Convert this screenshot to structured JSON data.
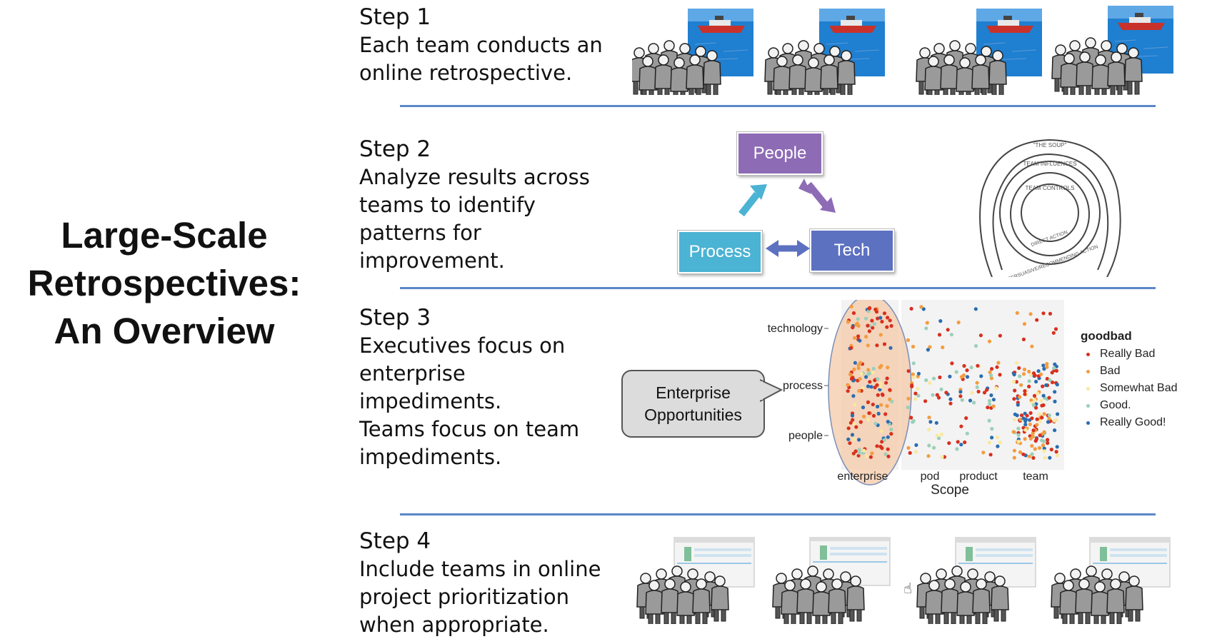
{
  "title_lines": [
    "Large-Scale",
    "Retrospectives:",
    "An Overview"
  ],
  "steps": [
    {
      "title": "Step 1",
      "lines": [
        "Each team conducts an",
        "online retrospective."
      ]
    },
    {
      "title": "Step 2",
      "lines": [
        "Analyze results across",
        "teams to identify",
        "patterns for",
        "improvement."
      ]
    },
    {
      "title": "Step 3",
      "lines": [
        "Executives focus on",
        "enterprise",
        "impediments.",
        "Teams focus on team",
        "impediments."
      ]
    },
    {
      "title": "Step 4",
      "lines": [
        "Include teams in online",
        "project prioritization",
        "when appropriate."
      ]
    }
  ],
  "cycle": {
    "people": "People",
    "process": "Process",
    "tech": "Tech"
  },
  "circles": {
    "labels": [
      "\"THE SOUP\"",
      "TEAM INFLUENCES",
      "TEAM CONTROLS",
      "DIRECT ACTION",
      "PERSUASIVE/RECOMMENDING ACTION"
    ]
  },
  "callout": {
    "lines": [
      "Enterprise",
      "Opportunities"
    ]
  },
  "colors": {
    "divider": "#5b87c7",
    "people": "#8e6bb5",
    "process": "#4bb3d3",
    "tech": "#5d71c1",
    "highlight": "#f4c9a8"
  },
  "chart_data": {
    "type": "scatter",
    "x_categories": [
      "enterprise",
      "pod",
      "product",
      "team"
    ],
    "y_categories": [
      "technology",
      "process",
      "people"
    ],
    "xlabel": "Scope",
    "ylabel": "",
    "legend": {
      "title": "goodbad",
      "placement": "right",
      "entries": [
        {
          "name": "Really Bad",
          "color": "#d7301f"
        },
        {
          "name": "Bad",
          "color": "#f39c40"
        },
        {
          "name": "Somewhat Bad",
          "color": "#fbe8a0"
        },
        {
          "name": "Good.",
          "color": "#9ccfb8"
        },
        {
          "name": "Really Good!",
          "color": "#2b6db0"
        }
      ]
    },
    "cell_density": [
      [
        46,
        14,
        6,
        10
      ],
      [
        60,
        30,
        40,
        72
      ],
      [
        50,
        20,
        16,
        90
      ]
    ],
    "highlight": "enterprise"
  }
}
